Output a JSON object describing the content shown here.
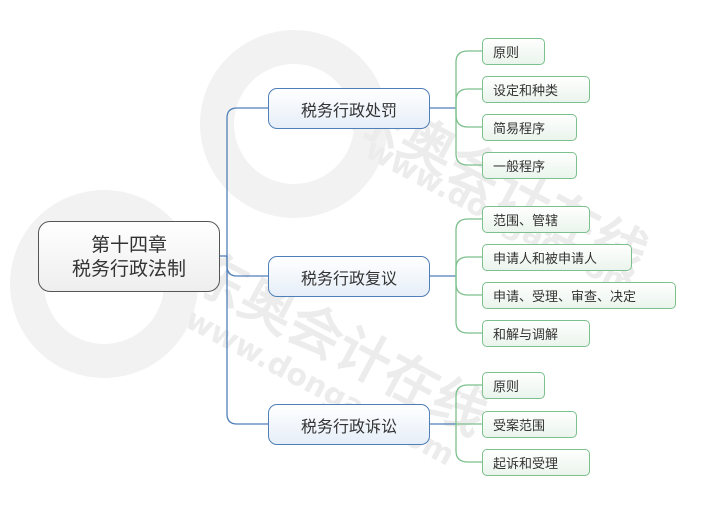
{
  "root": {
    "line1": "第十四章",
    "line2": "税务行政法制"
  },
  "branches": [
    {
      "label": "税务行政处罚",
      "children": [
        "原则",
        "设定和种类",
        "简易程序",
        "一般程序"
      ]
    },
    {
      "label": "税务行政复议",
      "children": [
        "范围、管辖",
        "申请人和被申请人",
        "申请、受理、审查、决定",
        "和解与调解"
      ]
    },
    {
      "label": "税务行政诉讼",
      "children": [
        "原则",
        "受案范围",
        "起诉和受理"
      ]
    }
  ],
  "watermark": {
    "brand": "东奥会计在线",
    "url": "www.dongao.com"
  },
  "colors": {
    "root_border": "#555555",
    "branch_border": "#4f7fb8",
    "leaf_border": "#7cc08c",
    "branch_link": "#4f7fb8",
    "leaf_link": "#7cc08c"
  }
}
